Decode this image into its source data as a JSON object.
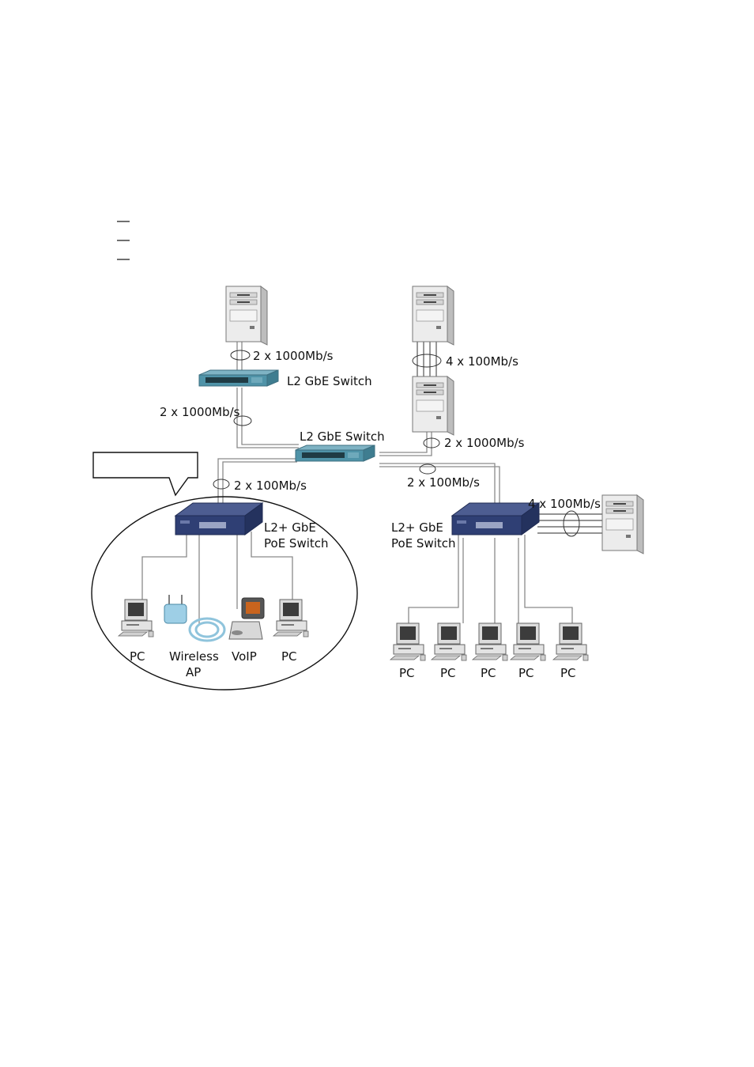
{
  "labels": {
    "link_server_top": "2 x 1000Mb/s",
    "switch_top": "L2 GbE Switch",
    "link_4x100_servers": "4 x 100Mb/s",
    "link_left_2x1000": "2 x 1000Mb/s",
    "switch_mid": "L2 GbE Switch",
    "link_server2": "2 x 1000Mb/s",
    "link_left_2x100": "2 x 100Mb/s",
    "link_right_2x100": "2 x 100Mb/s",
    "link_4x100_right": "4 x 100Mb/s",
    "poe_left_line1": "L2+ GbE",
    "poe_left_line2": "PoE Switch",
    "poe_right_line1": "L2+ GbE",
    "poe_right_line2": "PoE Switch",
    "dev_pc1": "PC",
    "dev_wireless_line1": "Wireless",
    "dev_wireless_line2": "AP",
    "dev_voip": "VoIP",
    "dev_pc2": "PC",
    "right_pc1": "PC",
    "right_pc2": "PC",
    "right_pc3": "PC",
    "right_pc4": "PC",
    "right_pc5": "PC",
    "callout_text": ""
  },
  "colors": {
    "switch_l2": "#4f93a8",
    "switch_poe": "#2f3f74",
    "server": "#e6e6e6",
    "wire": "#8a8a8a"
  }
}
